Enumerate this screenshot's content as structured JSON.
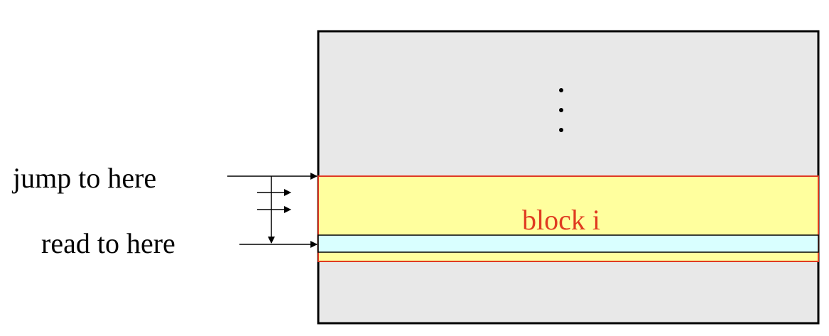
{
  "labels": {
    "jump": "jump to here",
    "read": "read to here",
    "block": "block i"
  },
  "ellipsis": "⋮",
  "colors": {
    "outer_fill": "#e8e8e8",
    "outer_stroke": "#000000",
    "block_fill": "#ffff9e",
    "block_stroke": "#e03a20",
    "read_strip_fill": "#d9ffff",
    "read_strip_stroke": "#000000",
    "block_label": "#e03a20",
    "arrows": "#000000"
  }
}
